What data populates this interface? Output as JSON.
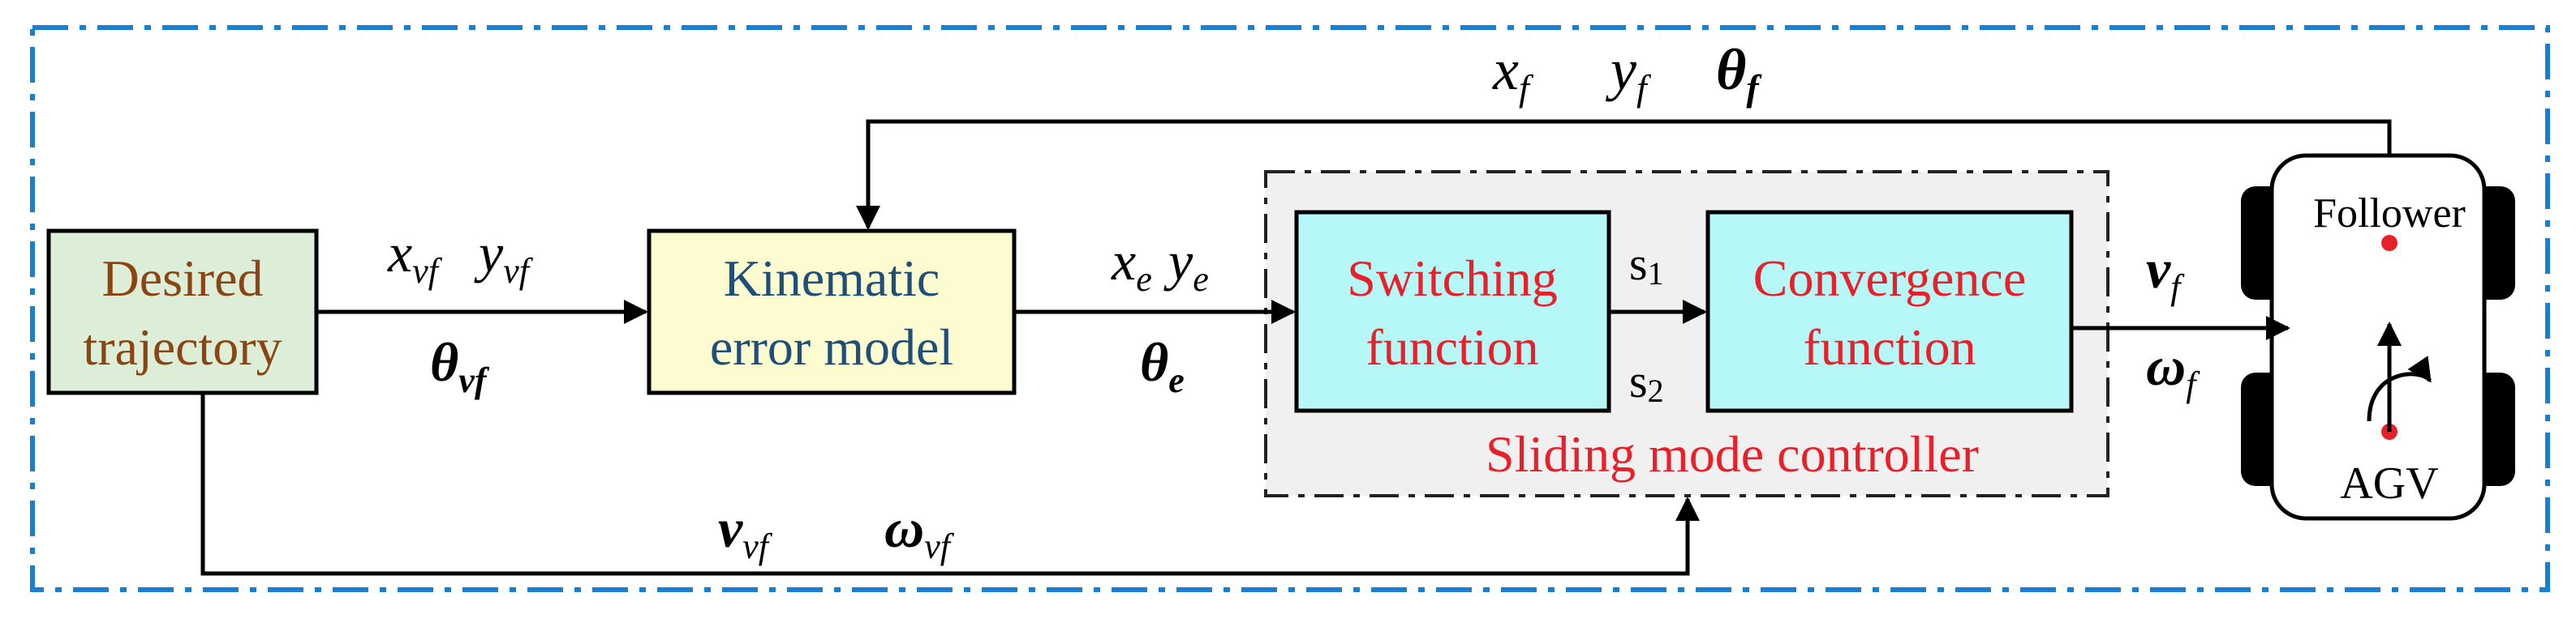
{
  "blocks": {
    "desired": {
      "line1": "Desired",
      "line2": "trajectory",
      "fill": "#ddeed8",
      "text_color": "#8b4513"
    },
    "kinematic": {
      "line1": "Kinematic",
      "line2": "error model",
      "fill": "#fcfcd0",
      "text_color": "#1f4e79"
    },
    "switching": {
      "line1": "Switching",
      "line2": "function",
      "fill": "#b6f7f7",
      "text_color": "#e8202a"
    },
    "convergence": {
      "line1": "Convergence",
      "line2": "function",
      "fill": "#b6f7f7",
      "text_color": "#e8202a"
    },
    "smc": {
      "label": "Sliding mode controller",
      "text_color": "#e8202a",
      "fill": "#f0f0f0"
    },
    "agv": {
      "top_label": "Follower",
      "bottom_label": "AGV"
    }
  },
  "signals": {
    "feedback": {
      "x": "x",
      "x_sub": "f",
      "y": "y",
      "y_sub": "f",
      "theta": "θ",
      "theta_sub": "f"
    },
    "reference": {
      "x": "x",
      "x_sub": "vf",
      "y": "y",
      "y_sub": "vf",
      "theta": "θ",
      "theta_sub": "vf"
    },
    "error": {
      "x": "x",
      "x_sub": "e",
      "y": "y",
      "y_sub": "e",
      "theta": "θ",
      "theta_sub": "e"
    },
    "s1": "s",
    "s1_sub": "1",
    "s2": "s",
    "s2_sub": "2",
    "output": {
      "v": "v",
      "v_sub": "f",
      "w": "ω",
      "w_sub": "f"
    },
    "feedforward": {
      "v": "v",
      "v_sub": "vf",
      "w": "ω",
      "w_sub": "vf"
    }
  },
  "colors": {
    "frame_border": "#1b7fd1",
    "line": "#000000",
    "agv_dot": "#e8202a"
  }
}
